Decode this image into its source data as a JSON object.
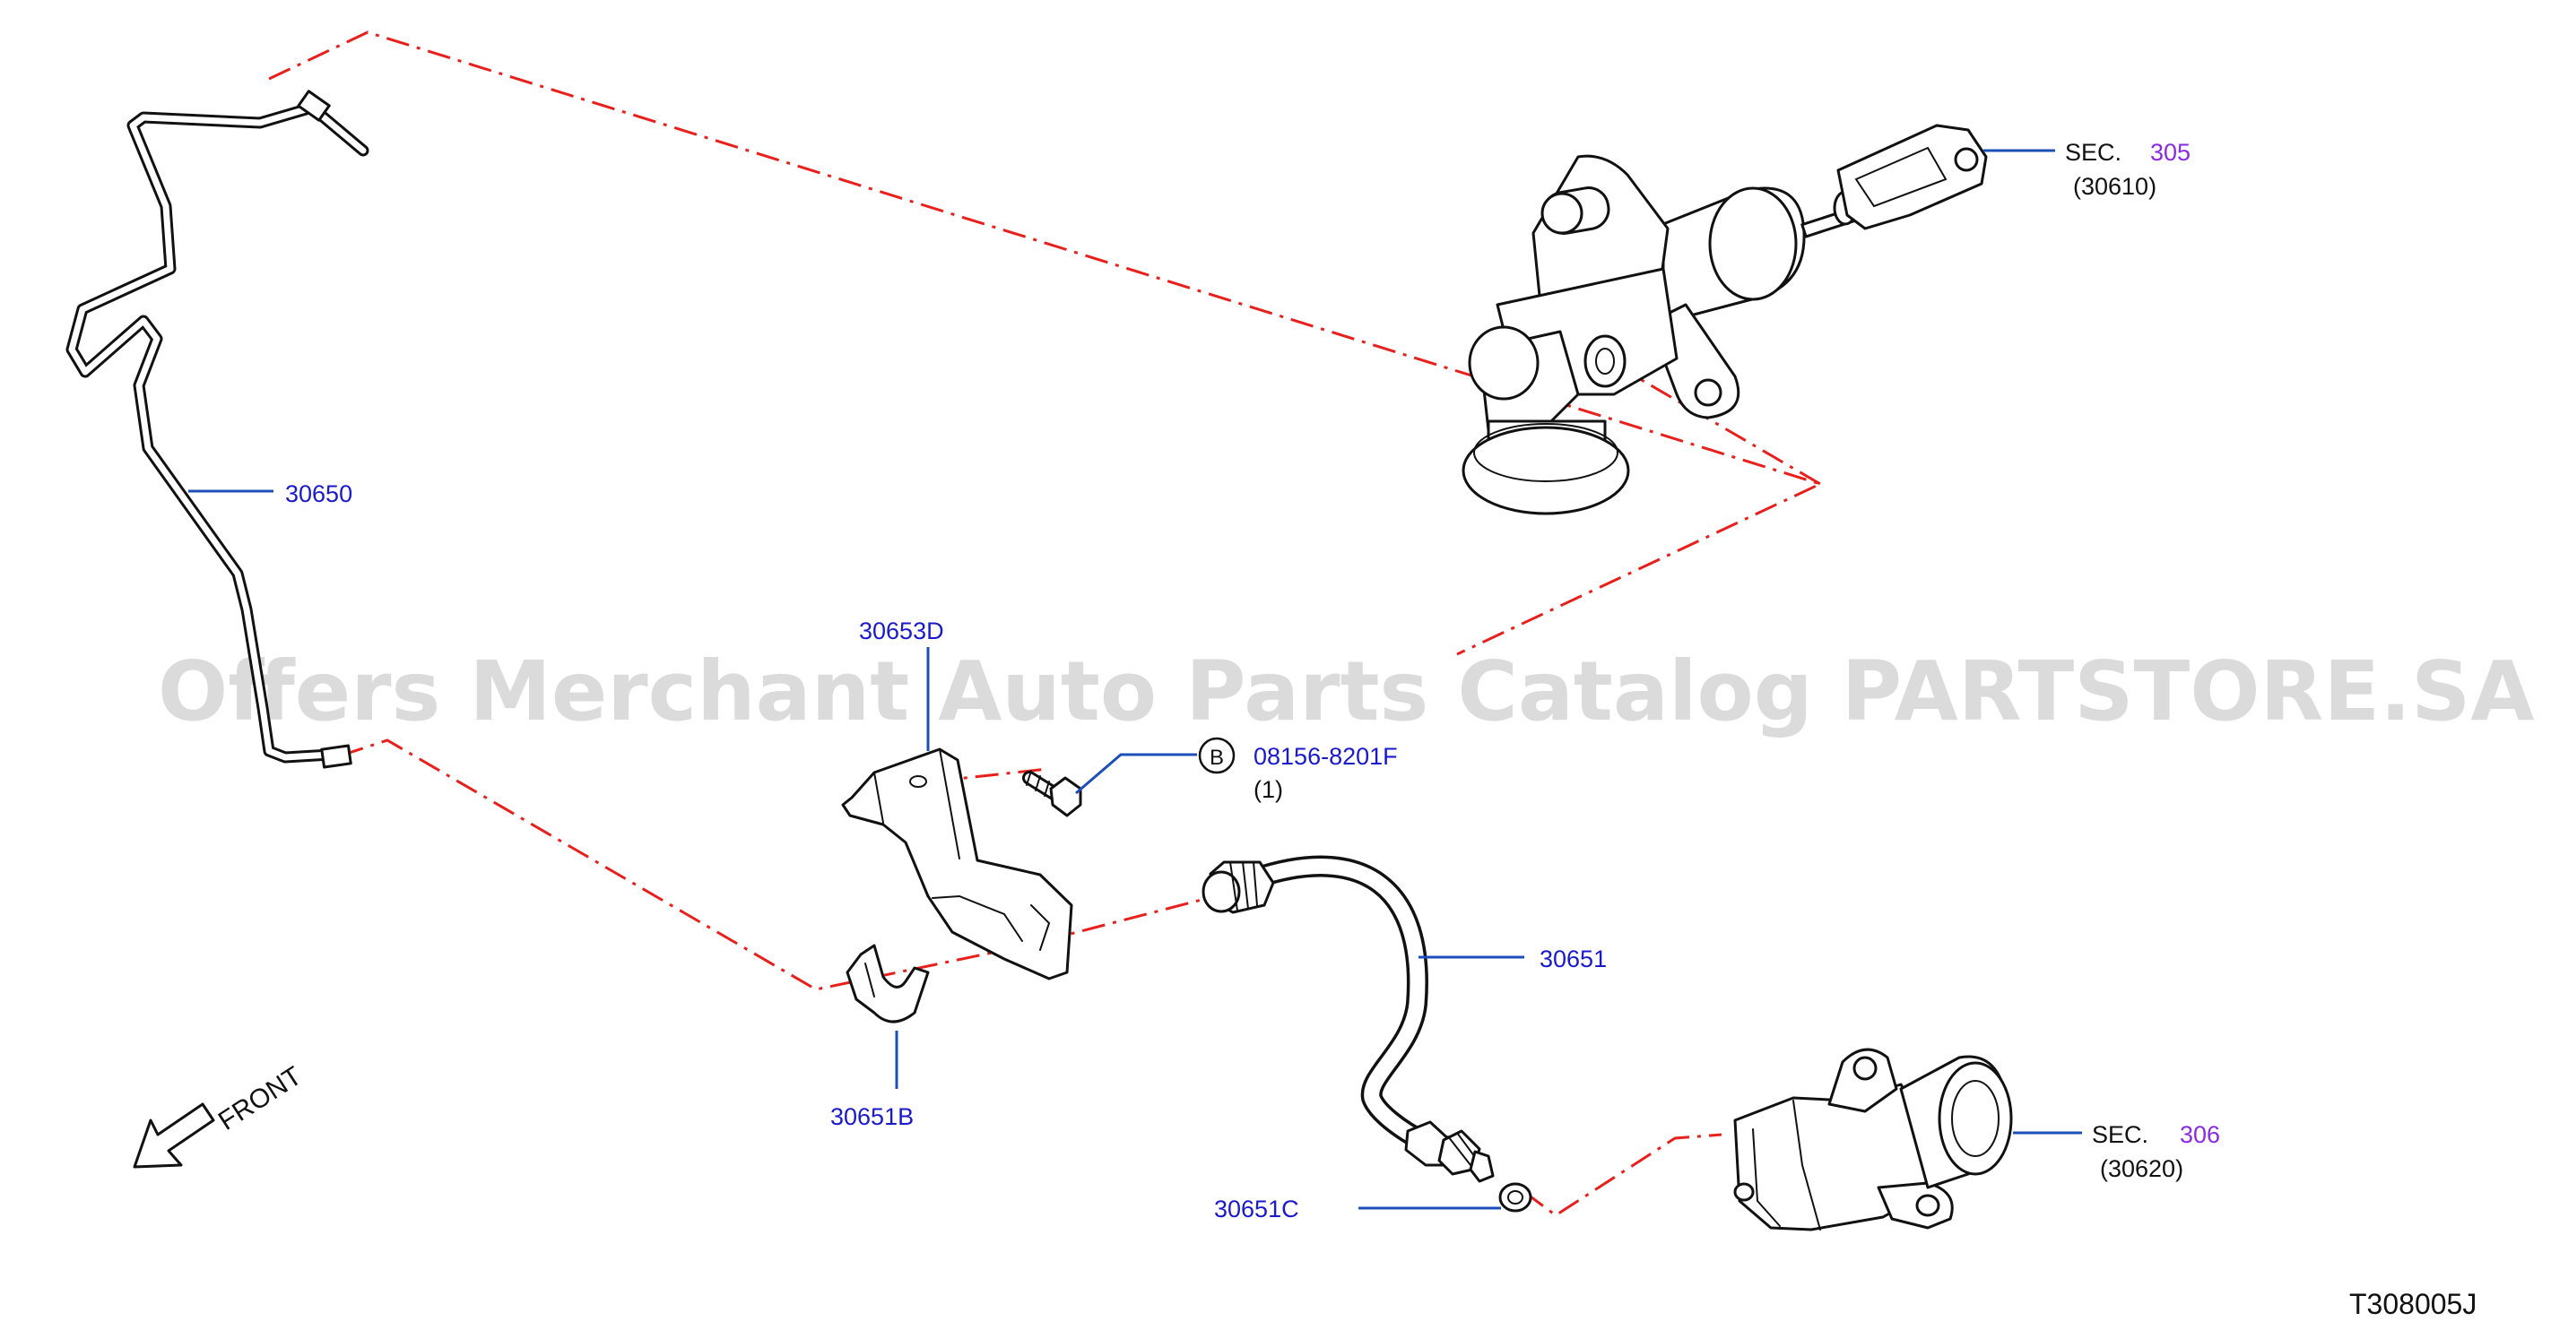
{
  "watermark": "Offers Merchant Auto Parts Catalog PARTSTORE.SA",
  "diagram_code": "T308005J",
  "front_label": "FRONT",
  "labels": {
    "pipe": "30650",
    "bracket": "30653D",
    "bolt_circle": "B",
    "bolt": "08156-8201F",
    "bolt_qty": "(1)",
    "hose": "30651",
    "clip": "30651B",
    "washer": "30651C"
  },
  "sec_top": {
    "prefix": "SEC.",
    "number": "305",
    "sub": "(30610)"
  },
  "sec_bottom": {
    "prefix": "SEC.",
    "number": "306",
    "sub": "(30620)"
  },
  "colors": {
    "part_number": "#1a1acc",
    "section_number": "#8a2be2",
    "leader": "#1c4fb8",
    "reference_line": "#e8201c",
    "watermark": "#cfcfcf"
  }
}
